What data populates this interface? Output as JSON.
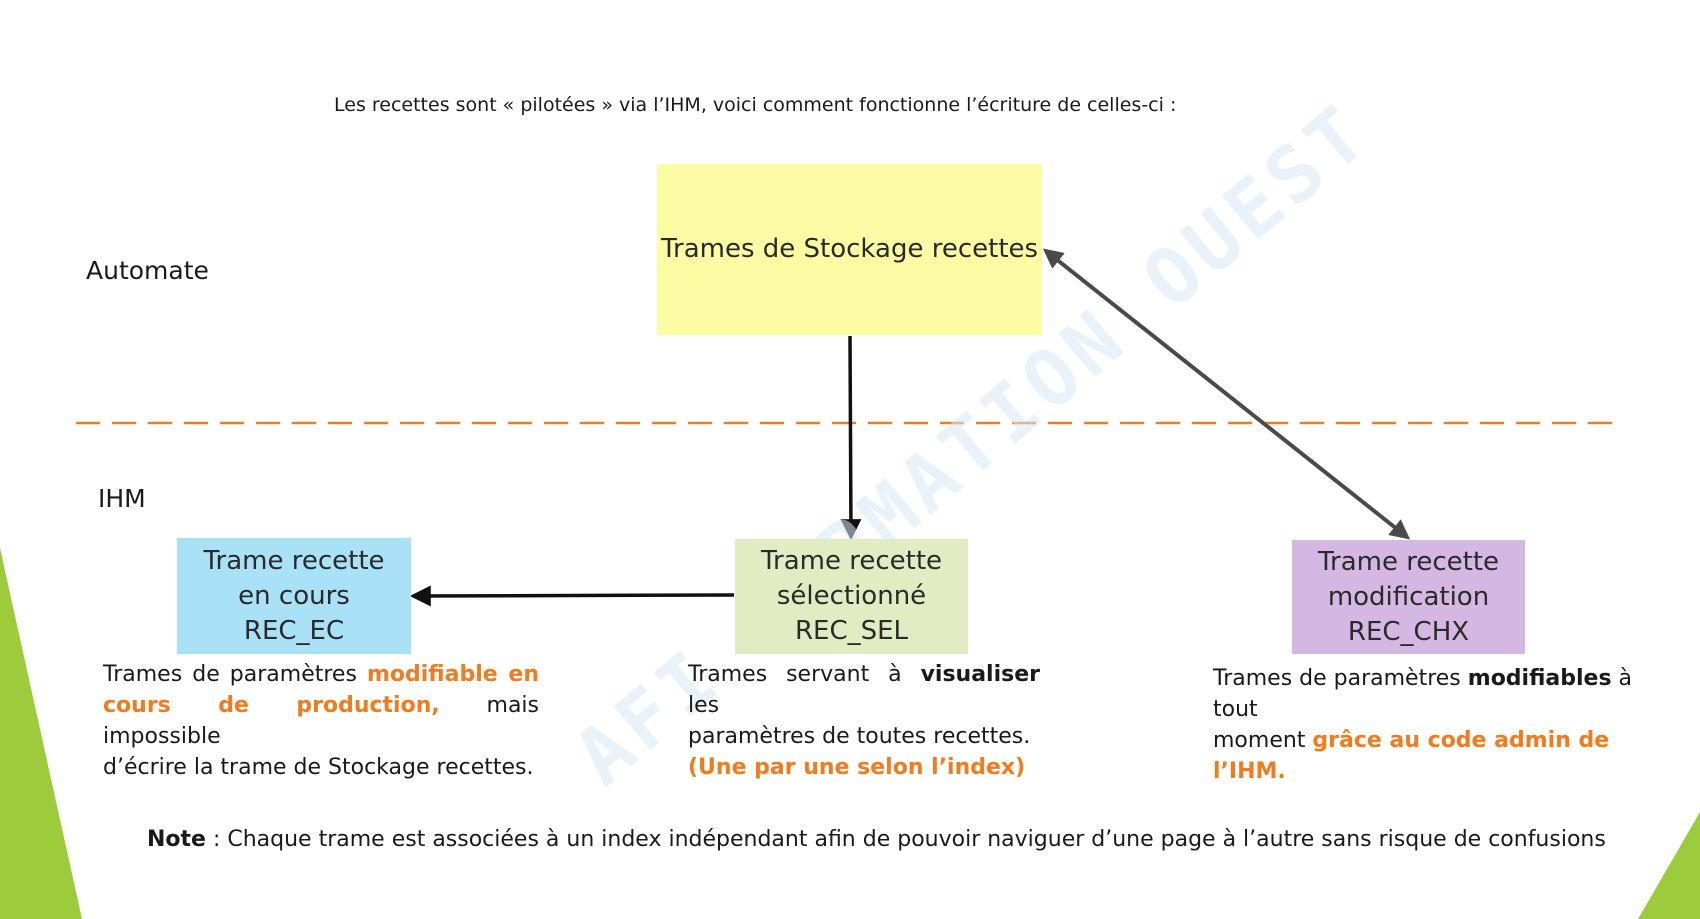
{
  "intro": "Les recettes sont « pilotées » via l’IHM, voici comment fonctionne l’écriture de celles-ci :",
  "zones": {
    "automate": "Automate",
    "ihm": "IHM"
  },
  "watermark": "AFI FORMATION OUEST",
  "boxes": {
    "storage": {
      "line1": "Trames de Stockage recettes"
    },
    "ec": {
      "line1": "Trame recette",
      "line2": "en cours",
      "line3": "REC_EC"
    },
    "sel": {
      "line1": "Trame recette",
      "line2": "sélectionné",
      "line3": "REC_SEL"
    },
    "chx": {
      "line1": "Trame recette",
      "line2": "modification",
      "line3": "REC_CHX"
    }
  },
  "desc_ec": {
    "l1a": "Trames de paramètres ",
    "l1b": "modifiable en",
    "l2a": "cours de production,",
    "l2b": " mais impossible",
    "l3": "d’écrire la trame de Stockage recettes."
  },
  "desc_sel": {
    "l1a": "Trames servant à ",
    "l1b": "visualiser",
    "l1c": " les",
    "l2": "paramètres de toutes recettes.",
    "l3": "(Une par une selon l’index)"
  },
  "desc_chx": {
    "l1a": "Trames de paramètres ",
    "l1b": "modifiables",
    "l1c": " à tout",
    "l2a": "moment ",
    "l2b": "grâce au code admin de l’IHM."
  },
  "note": {
    "label": "Note",
    "text": " : Chaque trame est associées à un index indépendant afin de pouvoir naviguer d’une page à l’autre sans risque de confusions"
  },
  "colors": {
    "storage_fill": "#fbfca4",
    "ec_fill": "#a9e2f6",
    "sel_fill": "#e1ecc2",
    "chx_fill": "#d4b8e3",
    "separator": "#f07c1f",
    "accent_orange": "#f07c1f",
    "corner_green": "#9ccc3c",
    "arrow_black": "#111111",
    "arrow_gray": "#4a4a4a"
  }
}
